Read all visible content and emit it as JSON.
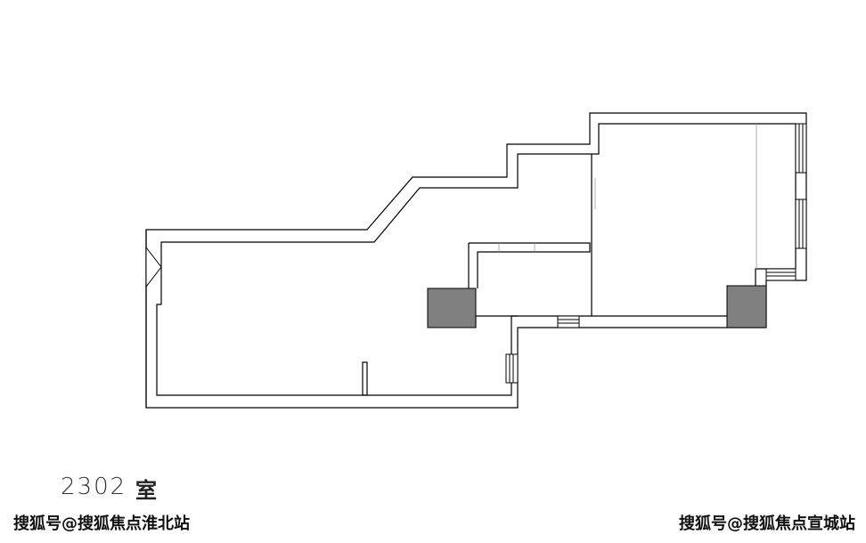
{
  "plan": {
    "room_number": "2302",
    "room_suffix": "室",
    "colors": {
      "wall": "#000000",
      "column": "#808080",
      "background": "#ffffff"
    }
  },
  "watermarks": {
    "left": "搜狐号@搜狐焦点淮北站",
    "right": "搜狐号@搜狐焦点宣城站"
  }
}
